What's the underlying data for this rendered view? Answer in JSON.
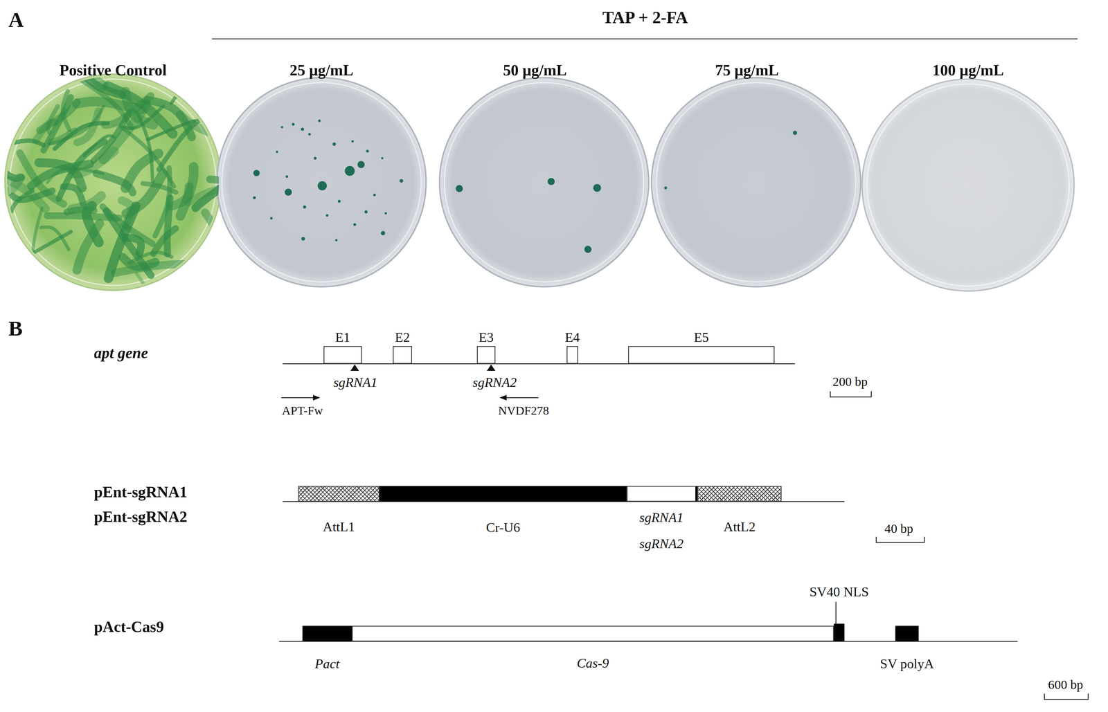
{
  "diagram": {
    "nodes": [
      {
        "text": [
          "E1"
        ]
      },
      {
        "text": [
          "E2"
        ]
      },
      {
        "text": [
          "E3"
        ]
      },
      {
        "text": [
          "E4"
        ]
      },
      {
        "text": [
          "E5"
        ]
      },
      {
        "text": [
          "AttL1"
        ]
      },
      {
        "text": [
          "Cr-U6"
        ]
      },
      {
        "text": [
          "sgRNA1",
          "sgRNA2"
        ]
      },
      {
        "text": [
          "AttL2"
        ]
      },
      {
        "text": [
          "Pact"
        ]
      },
      {
        "text": [
          "Cas-9"
        ]
      },
      {
        "text": [
          "SV40 NLS"
        ]
      },
      {
        "text": [
          "SV polyA"
        ]
      }
    ],
    "labels": [
      "A",
      "TAP + 2-FA",
      "Positive Control",
      "25 μg/mL",
      "50 μg/mL",
      "75 μg/mL",
      "100 μg/mL",
      "B",
      "apt gene",
      "sgRNA1",
      "sgRNA2",
      "APT-Fw",
      "NVDF278",
      "200 bp",
      "pEnt-sgRNA1",
      "pEnt-sgRNA2",
      "40 bp",
      "pAct-Cas9",
      "600 bp"
    ]
  }
}
